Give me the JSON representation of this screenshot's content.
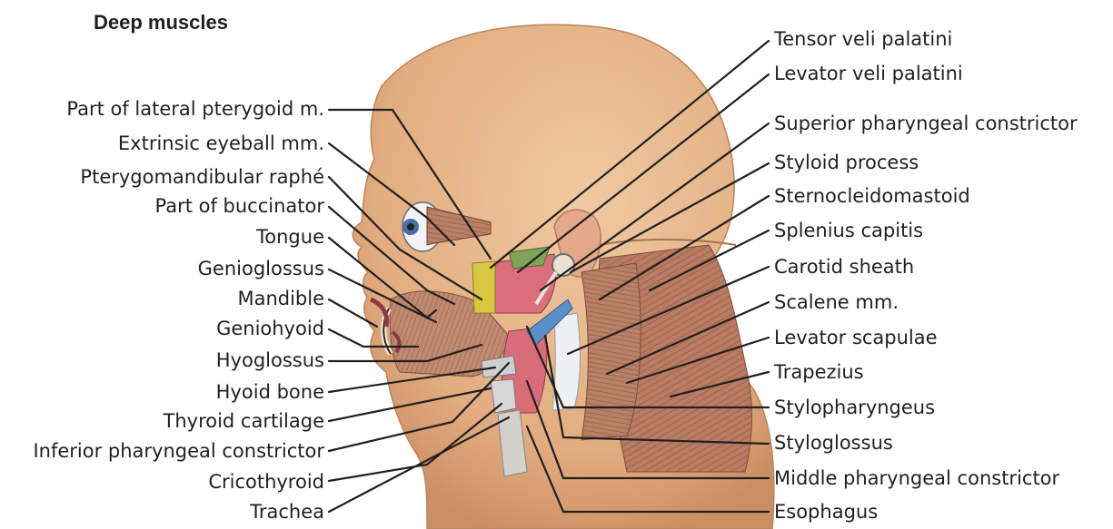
{
  "title": "Deep muscles",
  "left_labels": [
    "Part of lateral pterygoid m.",
    "Extrinsic eyeball mm.",
    "Pterygomandibular raphé",
    "Part of buccinator",
    "Tongue",
    "Genioglossus",
    "Mandible",
    "Geniohyoid",
    "Hyoglossus",
    "Hyoid bone",
    "Thyroid cartilage",
    "Inferior pharyngeal constrictor",
    "Cricothyroid",
    "Trachea"
  ],
  "right_labels": [
    "Tensor veli palatini",
    "Levator veli palatini",
    "Superior pharyngeal constrictor",
    "Styloid process",
    "Sternocleidomastoid",
    "Splenius capitis",
    "Carotid sheath",
    "Scalene mm.",
    "Levator scapulae",
    "Trapezius",
    "Stylopharyngeus",
    "Styloglossus",
    "Middle pharyngeal constrictor",
    "Esophagus"
  ],
  "colors": {
    "skin": "#e7b88f",
    "skin_shadow": "#c98e63",
    "muscle": "#b9806b",
    "muscle_dark": "#8a5646",
    "red_muscle": "#d8707a",
    "yellow": "#d8c640",
    "blue": "#5b8fc9",
    "green": "#7fa35a",
    "cartilage": "#cfcfcf",
    "leader": "#231f20",
    "text": "#231f20"
  }
}
